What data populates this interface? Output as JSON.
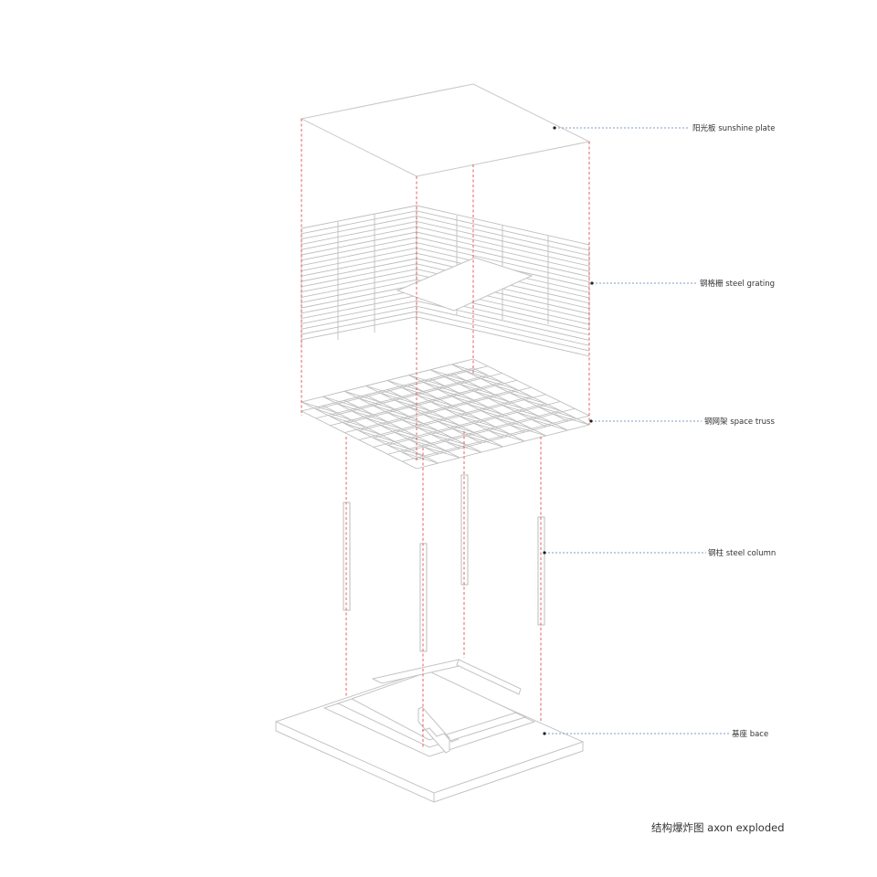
{
  "labels": {
    "sunshine_plate": "阳光板 sunshine plate",
    "steel_grating": "钢格栅 steel grating",
    "space_truss": "钢网架 space truss",
    "steel_column": "钢柱 steel column",
    "base": "基座 bace"
  },
  "caption": "结构爆炸图 axon exploded",
  "colors": {
    "linework": "#bdbdbd",
    "alignment": "#e23a3a",
    "leader": "#5a7fb0",
    "text": "#333333"
  }
}
